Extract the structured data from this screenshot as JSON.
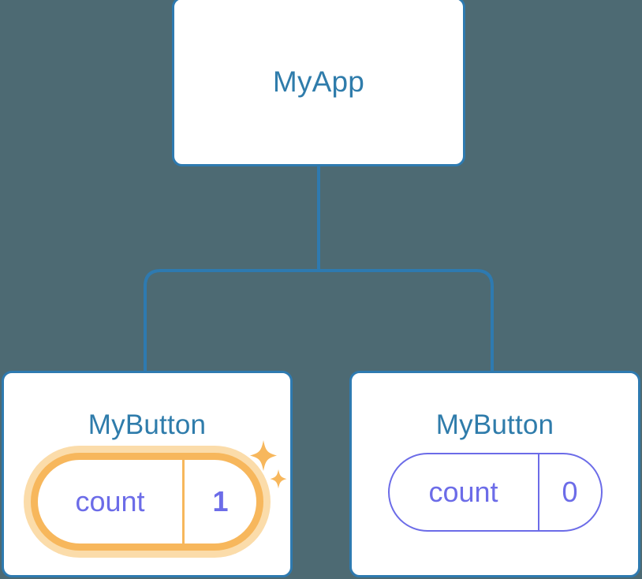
{
  "diagram": {
    "type": "component-tree",
    "background_color": "#4d6a73",
    "node_border_color": "#2e7ab0",
    "node_fill_color": "#ffffff",
    "title_color": "#2f7cab",
    "accent_purple": "#6c6ce8",
    "accent_orange": "#f7b75c",
    "accent_orange_glow": "#fbdcaa",
    "connector_color": "#2e7ab0"
  },
  "root": {
    "label": "MyApp"
  },
  "children": [
    {
      "label": "MyButton",
      "state": {
        "key": "count",
        "value": "1"
      },
      "highlighted": true,
      "sparkle_icon": "sparkles-icon"
    },
    {
      "label": "MyButton",
      "state": {
        "key": "count",
        "value": "0"
      },
      "highlighted": false
    }
  ]
}
